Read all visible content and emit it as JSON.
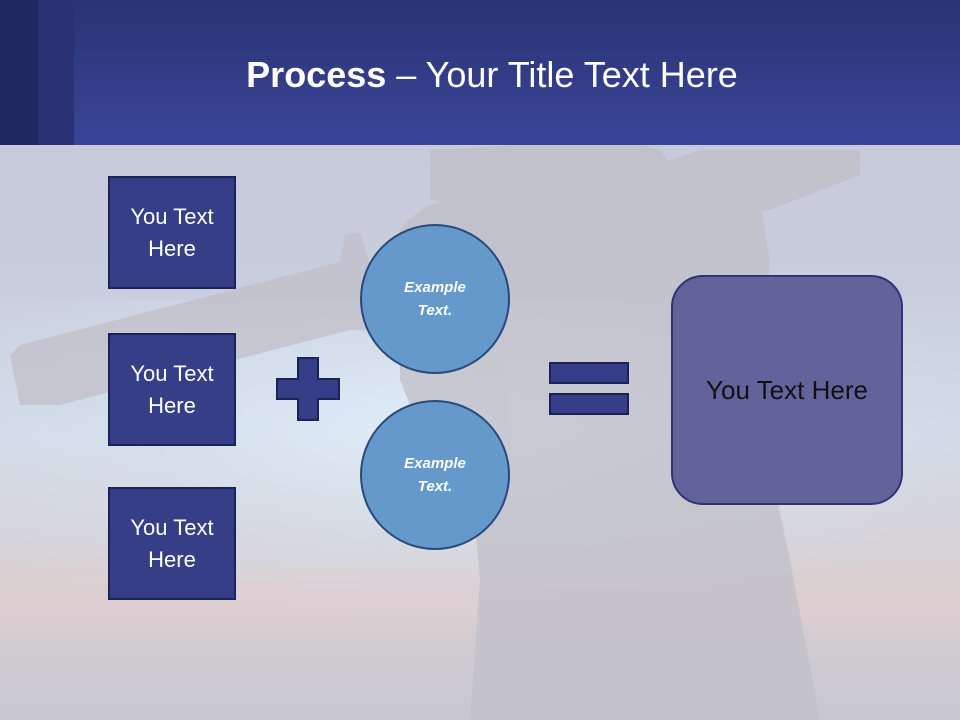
{
  "title": {
    "bold": "Process",
    "rest": " – Your Title Text Here"
  },
  "left_boxes": [
    {
      "label": "You Text Here"
    },
    {
      "label": "You Text Here"
    },
    {
      "label": "You Text Here"
    }
  ],
  "circles": [
    {
      "label": "Example Text."
    },
    {
      "label": "Example Text."
    }
  ],
  "result": {
    "label": "You Text Here"
  },
  "icons": {
    "operator1": "plus-icon",
    "operator2": "equals-icon"
  },
  "colors": {
    "header": "#3a4598",
    "box_fill": "#353e86",
    "circle_fill": "#6598cb",
    "result_fill": "#63639b",
    "operator": "#353e86"
  }
}
